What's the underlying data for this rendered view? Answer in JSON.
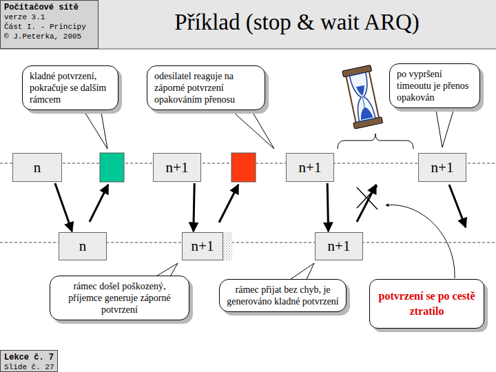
{
  "diagram": {
    "title": "Příklad (stop & wait ARQ)",
    "nodes": [
      {
        "text": [
          "Počítačové sítě",
          "verze 3.1",
          "Část I. - Principy",
          "© J.Peterka, 2005"
        ]
      },
      {
        "text": [
          "kladné potvrzení, pokračuje se dalším rámcem"
        ]
      },
      {
        "text": [
          "odesilatel reaguje na záporné potvrzení opakováním přenosu"
        ]
      },
      {
        "text": [
          "po vypršení timeoutu je přenos opakován"
        ]
      },
      {
        "text": [
          "n"
        ]
      },
      {
        "text": [
          "n+1"
        ]
      },
      {
        "text": [
          "n+1"
        ]
      },
      {
        "text": [
          "n+1"
        ]
      },
      {
        "text": [
          "n"
        ]
      },
      {
        "text": [
          "n+1"
        ]
      },
      {
        "text": [
          "n+1"
        ]
      },
      {
        "text": [
          "rámec došel poškozený, příjemce generuje záporné potvrzení"
        ]
      },
      {
        "text": [
          "rámec přijat bez chyb, je generováno kladné potvrzení"
        ]
      },
      {
        "text": [
          "potvrzení se po cestě ztratilo"
        ]
      },
      {
        "text": [
          "Lekce č. 7",
          "Slide č. 27"
        ]
      }
    ],
    "edges": [
      {
        "from": 4,
        "to": 8,
        "arrow": "to"
      },
      {
        "from": 5,
        "to": 9,
        "arrow": "to"
      },
      {
        "from": 6,
        "to": 10,
        "arrow": "to"
      }
    ]
  }
}
